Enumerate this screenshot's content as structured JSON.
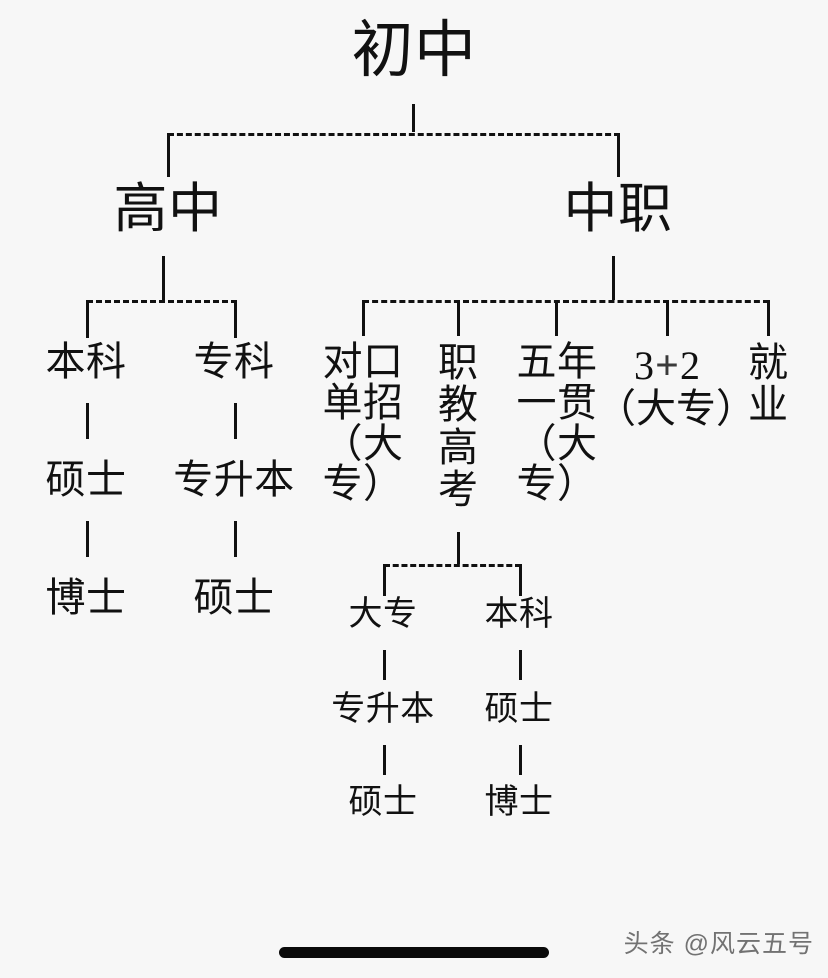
{
  "page": {
    "background_color": "#f7f7f7",
    "ink_color": "#111111",
    "title": "初中升学路径图"
  },
  "diagram": {
    "type": "tree",
    "root": {
      "id": "chuzhong",
      "label": "初中"
    },
    "level2": [
      {
        "id": "gaozhong",
        "label": "高中"
      },
      {
        "id": "zhongzhi",
        "label": "中职"
      }
    ],
    "gaozhong_children": [
      {
        "id": "benke",
        "label": "本科"
      },
      {
        "id": "zhuanke",
        "label": "专科"
      }
    ],
    "gaozhong_chains": [
      {
        "id": "benke-chain",
        "steps": [
          "本科",
          "硕士",
          "博士"
        ]
      },
      {
        "id": "zhuanke-chain",
        "steps": [
          "专科",
          "专升本",
          "硕士"
        ]
      }
    ],
    "zhongzhi_children": [
      {
        "id": "duikou",
        "label": "对口\n单招\n（大专）"
      },
      {
        "id": "zhijiao",
        "label": "职\n教\n高\n考"
      },
      {
        "id": "wunian",
        "label": "五年\n一贯\n（大专）"
      },
      {
        "id": "santwo",
        "label_prefix": "3",
        "label_plus": "+",
        "label_suffix": "2",
        "label_line2": "（大专）"
      },
      {
        "id": "jiuye",
        "label": "就\n业"
      }
    ],
    "zhijiao_children": [
      {
        "id": "sub-dazhuan",
        "label": "大专"
      },
      {
        "id": "sub-benke",
        "label": "本科"
      }
    ],
    "zhijiao_chains": [
      {
        "id": "sub-dazhuan-chain",
        "steps": [
          "大专",
          "专升本",
          "硕士"
        ]
      },
      {
        "id": "sub-benke-chain",
        "steps": [
          "本科",
          "硕士",
          "博士"
        ]
      }
    ]
  },
  "nodes": {
    "root": "初中",
    "gaozhong": "高中",
    "zhongzhi": "中职",
    "benke": "本科",
    "zhuanke": "专科",
    "benke_shuoshi": "硕士",
    "benke_boshi": "博士",
    "zhuanke_zhuanshengben": "专升本",
    "zhuanke_shuoshi": "硕士",
    "duikou": "对口\n单招\n（大专）",
    "zhijiao": "职\n教\n高\n考",
    "wunian": "五年\n一贯\n（大专）",
    "santwo_3": "3",
    "santwo_plus": "+",
    "santwo_2": "2",
    "santwo_line2": "（大专）",
    "jiuye": "就\n业",
    "sub_dazhuan": "大专",
    "sub_dazhuan_zhuanshengben": "专升本",
    "sub_dazhuan_shuoshi": "硕士",
    "sub_benke": "本科",
    "sub_benke_shuoshi": "硕士",
    "sub_benke_boshi": "博士"
  },
  "watermark": {
    "text": "头条 @风云五号"
  }
}
